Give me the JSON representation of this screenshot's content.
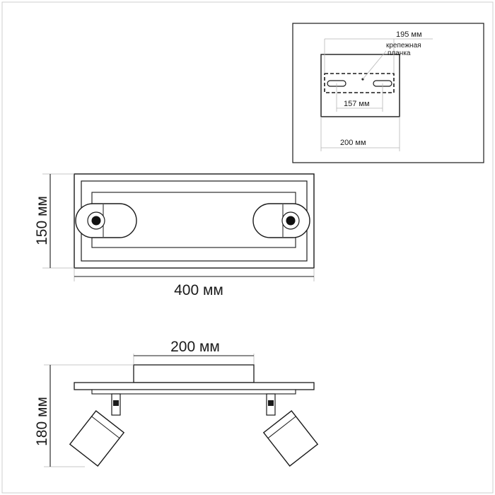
{
  "inset": {
    "dim_195": "195 мм",
    "mount_label_line1": "крепежная",
    "mount_label_line2": "планка",
    "dim_157": "157 мм",
    "dim_200": "200 мм"
  },
  "top_view": {
    "height_label": "150 мм",
    "width_label": "400 мм"
  },
  "side_view": {
    "base_width_label": "200 мм",
    "height_label": "180 мм"
  }
}
